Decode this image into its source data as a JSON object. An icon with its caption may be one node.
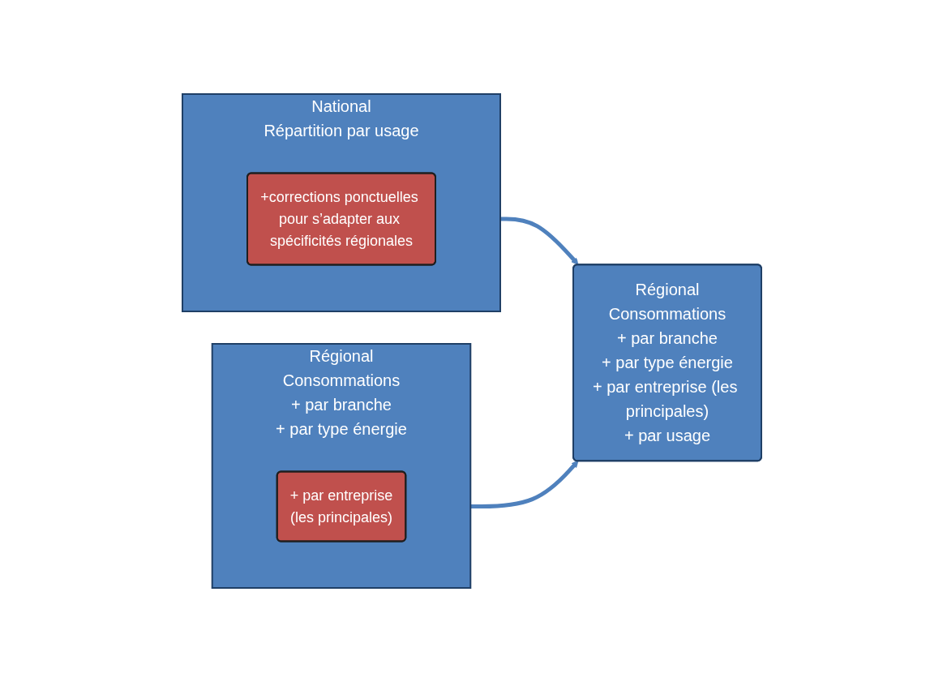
{
  "diagram": {
    "nodes": [
      {
        "text": [
          "Régional",
          "Consommations",
          "+ par branche",
          "+ par type énergie"
        ]
      },
      {
        "text": [
          "+ par entreprise",
          "(les principales)"
        ],
        "in": 0
      },
      {
        "text": [
          "National",
          "Répartition par usage"
        ]
      },
      {
        "text": [
          "+corrections ponctuelles pour s’adapter aux spécificités régionales"
        ],
        "in": 2
      },
      {
        "text": [
          "Régional",
          "Consommations",
          "+ par branche",
          "+ par type énergie",
          "+ par entreprise (les principales)",
          "+ par usage"
        ]
      }
    ],
    "edges": [
      {
        "from": 2,
        "to": 4,
        "arrow": "to"
      },
      {
        "from": 0,
        "to": 4,
        "arrow": "to"
      }
    ]
  }
}
